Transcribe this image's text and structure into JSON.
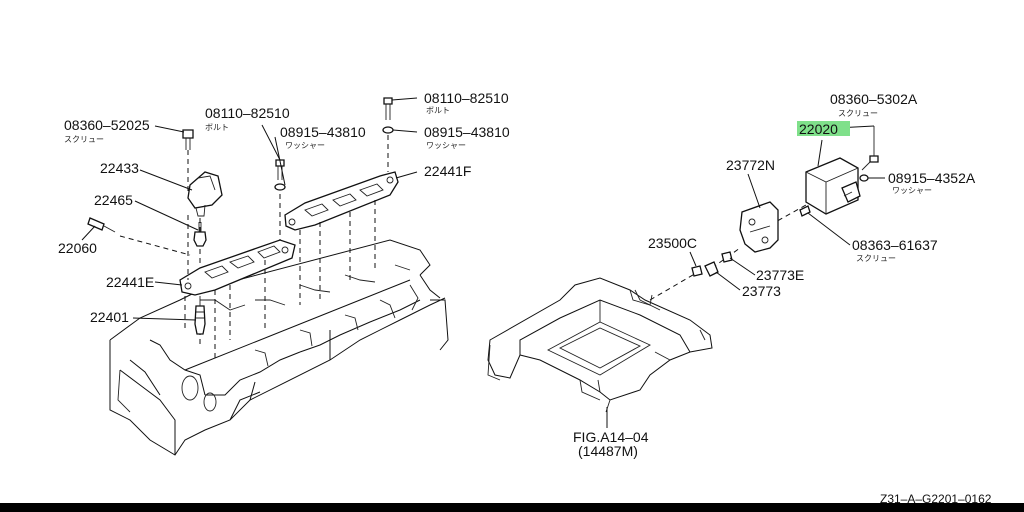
{
  "parts": {
    "p08360_52025": "08360–52025",
    "p08360_52025_sub": "スクリュー",
    "p08110_82510_a": "08110–82510",
    "p08110_82510_a_sub": "ボルト",
    "p08915_43810_a": "08915–43810",
    "p08915_43810_a_sub": "ワッシャー",
    "p08110_82510_b": "08110–82510",
    "p08110_82510_b_sub": "ボルト",
    "p08915_43810_b": "08915–43810",
    "p08915_43810_b_sub": "ワッシャー",
    "p22433": "22433",
    "p22441F": "22441F",
    "p22465": "22465",
    "p22060": "22060",
    "p22441E": "22441E",
    "p22401": "22401",
    "p08360_5302A": "08360–5302A",
    "p08360_5302A_sub": "スクリュー",
    "p22020": "22020",
    "p23772N": "23772N",
    "p08915_4352A": "08915–4352A",
    "p08915_4352A_sub": "ワッシャー",
    "p08363_61637": "08363–61637",
    "p08363_61637_sub": "スクリュー",
    "p23500C": "23500C",
    "p23773E": "23773E",
    "p23773": "23773",
    "fig_ref": "FIG.A14–04",
    "fig_ref_sub": "(14487M)",
    "drawing_code": "Z31–A–G2201–0162"
  },
  "highlight": {
    "part": "22020",
    "color": "#7fe08a"
  }
}
